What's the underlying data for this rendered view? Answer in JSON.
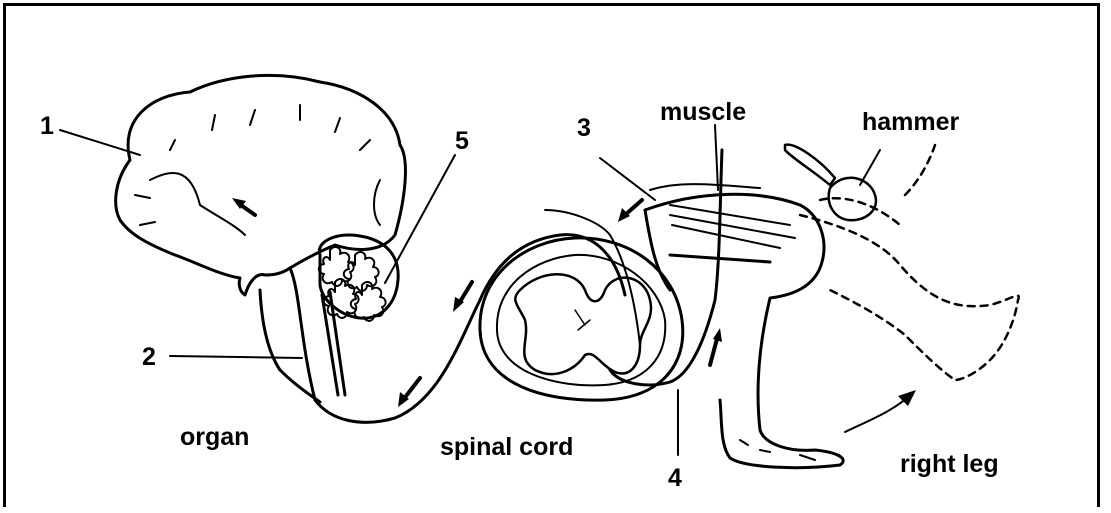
{
  "labels": {
    "n1": "1",
    "n2": "2",
    "n3": "3",
    "n4": "4",
    "n5": "5",
    "muscle": "muscle",
    "hammer": "hammer",
    "organ": "organ",
    "spinal_cord": "spinal cord",
    "right_leg": "right leg"
  },
  "colors": {
    "ink": "#000000",
    "background": "#ffffff"
  }
}
